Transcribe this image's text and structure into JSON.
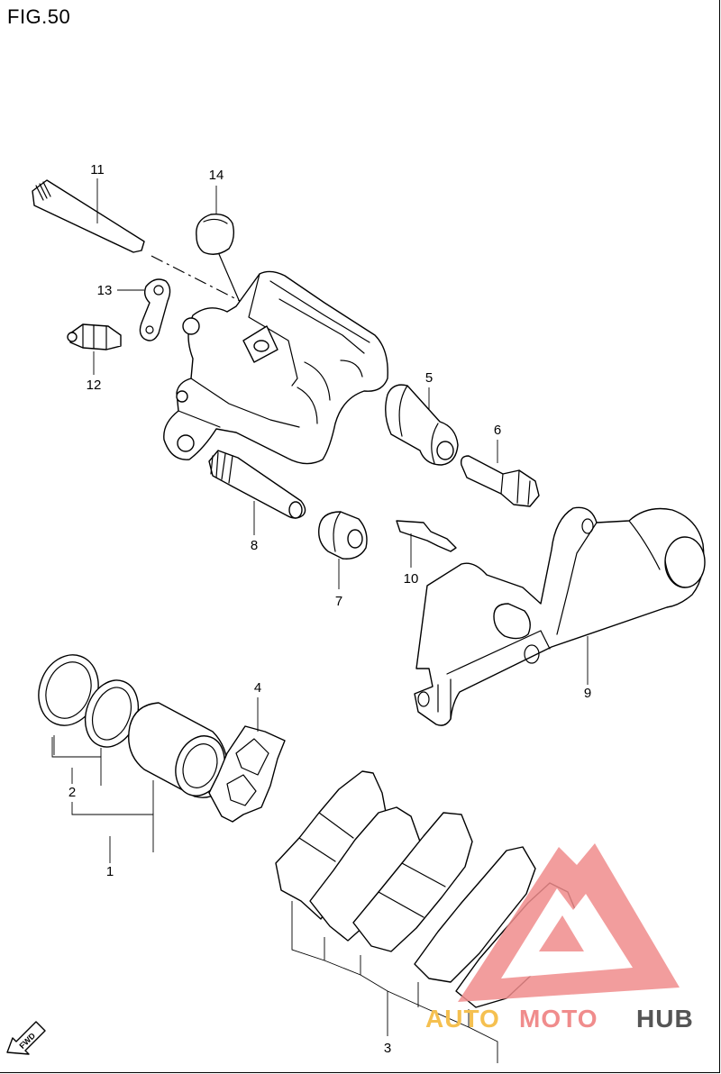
{
  "figure": {
    "title": "FIG.50"
  },
  "callouts": {
    "p1": "1",
    "p2": "2",
    "p3": "3",
    "p4": "4",
    "p5": "5",
    "p6": "6",
    "p7": "7",
    "p8": "8",
    "p9": "9",
    "p10": "10",
    "p11": "11",
    "p12": "12",
    "p13": "13",
    "p14": "14"
  },
  "direction_marker": {
    "label": "FWD"
  },
  "watermark": {
    "part1": "AUTO",
    "part2": "MOTO",
    "part3": "HUB",
    "color_primary": "#f08c8c",
    "color_accent": "#f5c050",
    "color_dark": "#555555"
  }
}
